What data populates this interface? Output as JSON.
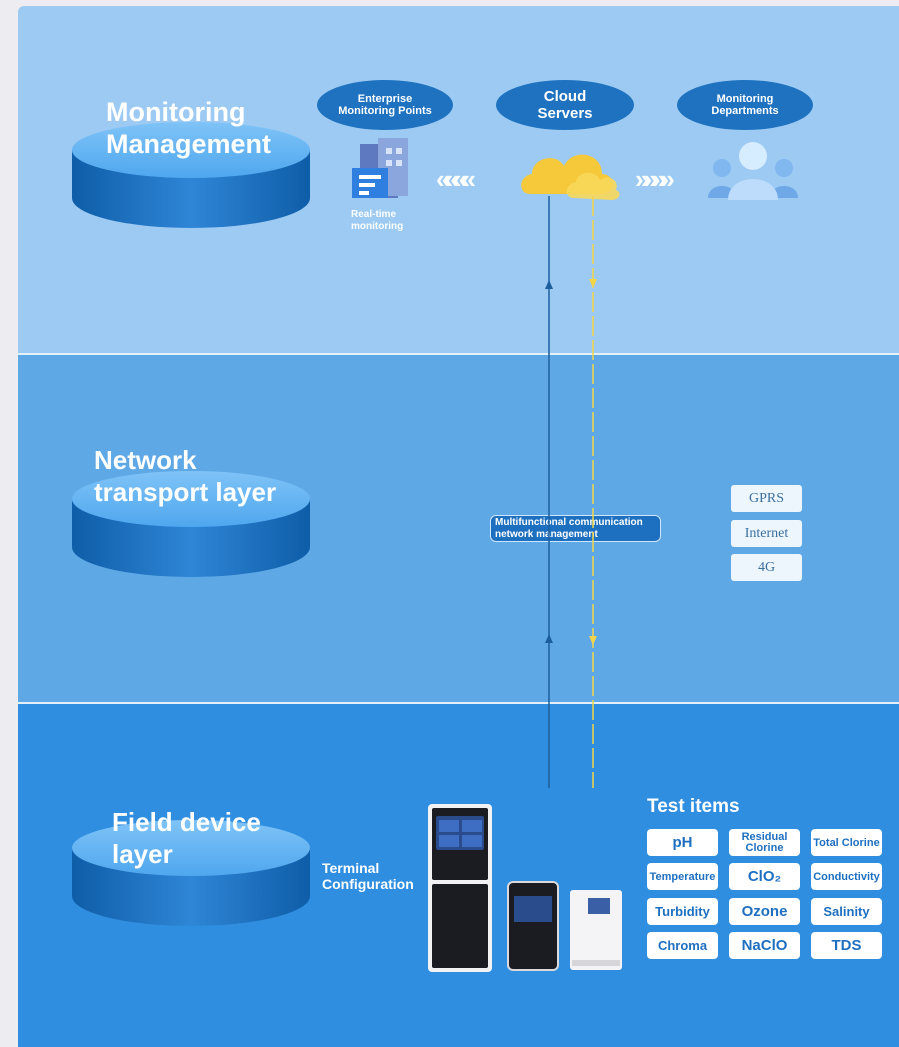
{
  "layers": {
    "monitoring": {
      "line1": "Monitoring",
      "line2": "Management"
    },
    "network": {
      "line1": "Network",
      "line2": "transport layer"
    },
    "field": {
      "line1": "Field device",
      "line2": "layer"
    }
  },
  "top": {
    "enterprise_line1": "Enterprise",
    "enterprise_line2": "Monitoring Points",
    "cloud_line1": "Cloud",
    "cloud_line2": "Servers",
    "departments_line1": "Monitoring",
    "departments_line2": "Departments",
    "realtime_line1": "Real-time",
    "realtime_line2": "monitoring",
    "left_arrows": "««««",
    "right_arrows": "»»»»"
  },
  "network": {
    "comm_line1": "Multifunctional communication",
    "comm_line2": "network management",
    "tags": [
      "GPRS",
      "Internet",
      "4G"
    ]
  },
  "field": {
    "terminal_line1": "Terminal",
    "terminal_line2": "Configuration",
    "test_items_title": "Test items",
    "test_items": [
      [
        "pH",
        "Residual Clorine",
        "Total Clorine"
      ],
      [
        "Temperature",
        "ClO₂",
        "Conductivity"
      ],
      [
        "Turbidity",
        "Ozone",
        "Salinity"
      ],
      [
        "Chroma",
        "NaClO",
        "TDS"
      ]
    ]
  },
  "colors": {
    "band_top": "#9ccaf2",
    "band_mid": "#5ea8e6",
    "band_bottom": "#2f8ee0",
    "oval": "#1e72c0",
    "uplink": "#1b5f9e",
    "downlink": "#f3d54a"
  },
  "icons": [
    "building-icon",
    "cloud-icon",
    "people-icon",
    "device-icon"
  ]
}
